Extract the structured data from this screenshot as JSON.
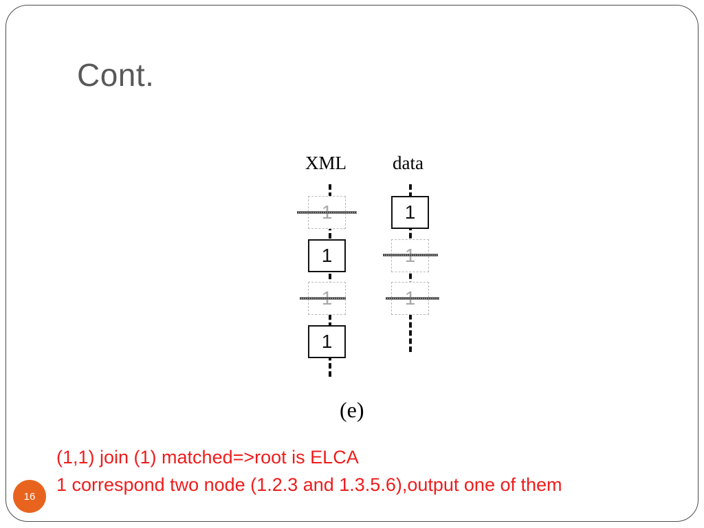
{
  "slide": {
    "title": "Cont.",
    "page_number": "16"
  },
  "figure": {
    "columns": [
      {
        "header": "XML",
        "nodes": [
          {
            "label": "1",
            "state": "crossed-out"
          },
          {
            "label": "1",
            "state": "matched"
          },
          {
            "label": "1",
            "state": "crossed-out"
          },
          {
            "label": "1",
            "state": "matched"
          }
        ]
      },
      {
        "header": "data",
        "nodes": [
          {
            "label": "1",
            "state": "matched"
          },
          {
            "label": "1",
            "state": "crossed-out"
          },
          {
            "label": "1",
            "state": "crossed-out"
          }
        ]
      }
    ],
    "caption": "(e)"
  },
  "notes": [
    "(1,1) join (1) matched=>root is ELCA",
    "1 correspond two node (1.2.3 and 1.3.5.6),output one of them"
  ],
  "colors": {
    "note_text": "#ee1c1c",
    "title_text": "#595959",
    "badge": "#e8641e"
  }
}
